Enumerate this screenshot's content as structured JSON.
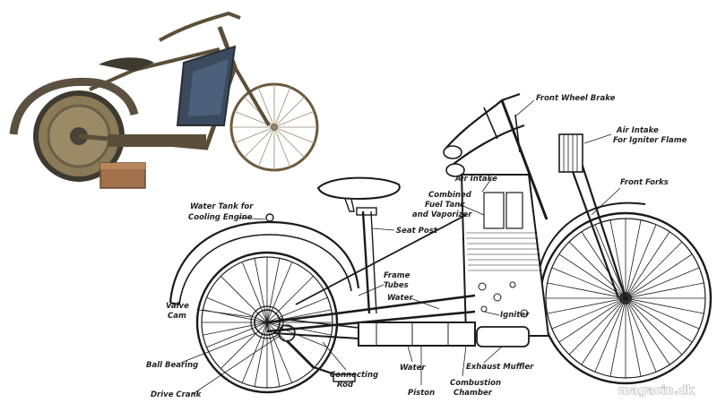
{
  "labels": {
    "front_wheel_brake": "Front Wheel Brake",
    "air_intake_igniter_1": "Air Intake",
    "air_intake_igniter_2": "For Igniter Flame",
    "air_intake": "Air Intake",
    "front_forks": "Front Forks",
    "combined_fuel_1": "Combined",
    "combined_fuel_2": "Fuel Tank",
    "combined_fuel_3": "and Vaporizer",
    "water_tank_1": "Water Tank for",
    "water_tank_2": "Cooling Engine",
    "seat_post": "Seat Post",
    "frame_tubes_1": "Frame",
    "frame_tubes_2": "Tubes",
    "water_upper": "Water",
    "igniter": "Igniter",
    "valve_cam_1": "Valve",
    "valve_cam_2": "Cam",
    "ball_bearing": "Ball Bearing",
    "drive_crank": "Drive Crank",
    "connecting_rod_1": "Connecting",
    "connecting_rod_2": "Rod",
    "water_lower": "Water",
    "piston": "Piston",
    "combustion_1": "Combustion",
    "combustion_2": "Chamber",
    "exhaust_muffler": "Exhaust Muffler"
  },
  "watermark": "magacin.dk",
  "colors": {
    "photo_rust": "#7a6a4e",
    "photo_dark": "#3f3a30",
    "photo_tank": "#3b4a5c",
    "photo_box": "#a0714a",
    "ink": "#1b1b1b"
  }
}
